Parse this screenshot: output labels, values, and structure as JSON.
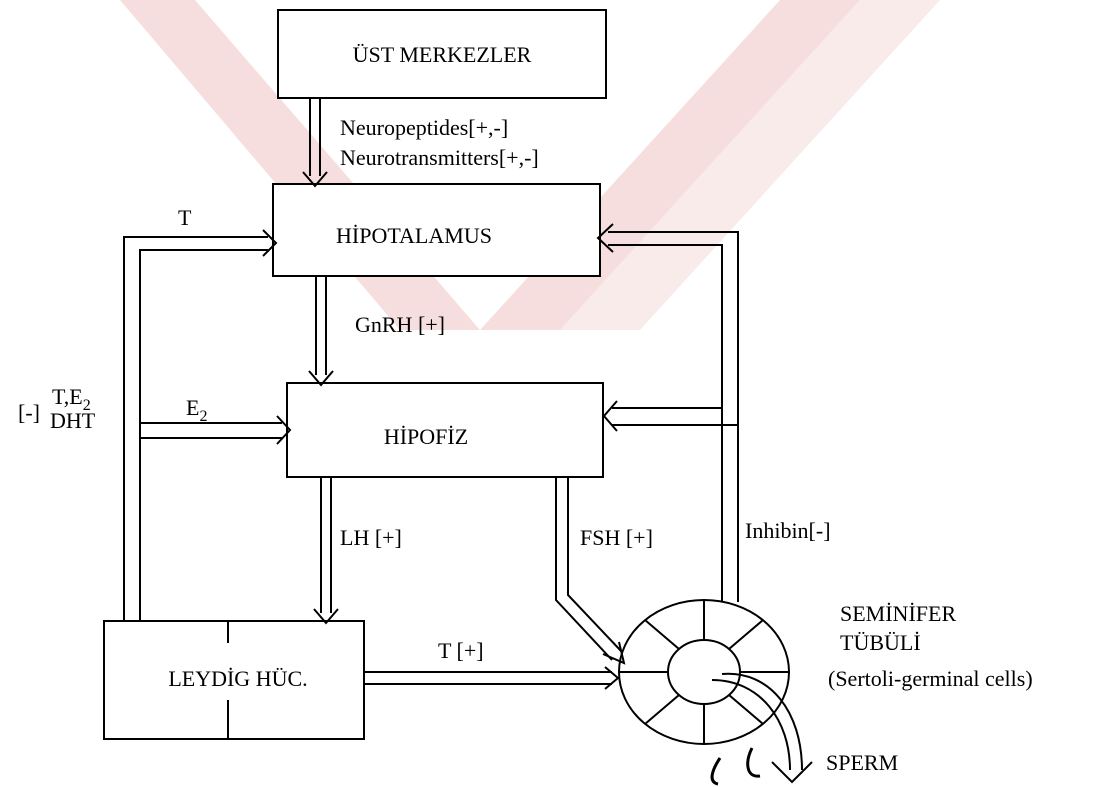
{
  "nodes": {
    "ust_merkezler": "ÜST MERKEZLER",
    "hipotalamus": "HİPOTALAMUS",
    "hipofiz": "HİPOFİZ",
    "leydig": "LEYDİG HÜC.",
    "seminifer_line1": "SEMİNİFER",
    "seminifer_line2": "TÜBÜLİ",
    "seminifer_line3": "(Sertoli-germinal cells)",
    "sperm": "SPERM"
  },
  "labels": {
    "neuropeptides": "Neuropeptides[+,-]",
    "neurotransmitters": "Neurotransmitters[+,-]",
    "t_feedback": "T",
    "gnrh": "GnRH [+]",
    "t_e2": "T,E",
    "t_e2_sub": "2",
    "dht": "DHT",
    "minus": "[-]",
    "e2": "E",
    "e2_sub": "2",
    "lh": "LH [+]",
    "fsh": "FSH [+]",
    "inhibin": "Inhibin[-]",
    "t_plus": "T [+]"
  },
  "colors": {
    "watermark": "#f7dede",
    "line": "#000000"
  }
}
